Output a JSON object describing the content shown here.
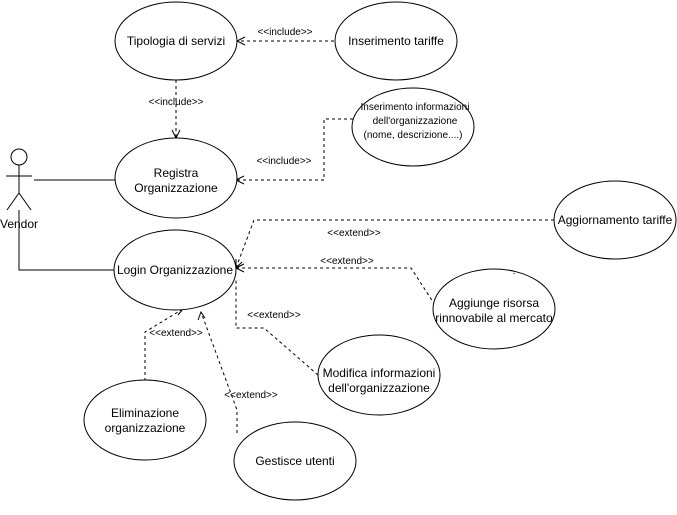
{
  "actor": {
    "name": "Vendor"
  },
  "use_cases": {
    "tipologia": "Tipologia di servizi",
    "inserimento_tariffe": "Inserimento tariffe",
    "registra": [
      "Registra",
      "Organizzazione"
    ],
    "inserimento_info": [
      "Inserimento informazioni",
      "dell'organizzazione",
      "(nome, descrizione....)"
    ],
    "aggiornamento": "Aggiornamento tariffe",
    "login": "Login Organizzazione",
    "aggiunge": [
      "Aggiunge risorsa",
      "rinnovabile al mercato"
    ],
    "modifica": [
      "Modifica informazioni",
      "dell'organizzazione"
    ],
    "eliminazione": [
      "Eliminazione",
      "organizzazione"
    ],
    "gestisce": "Gestisce utenti"
  },
  "relations": {
    "include": "<<include>>",
    "extend": "<<extend>>"
  },
  "stray_mark": "."
}
